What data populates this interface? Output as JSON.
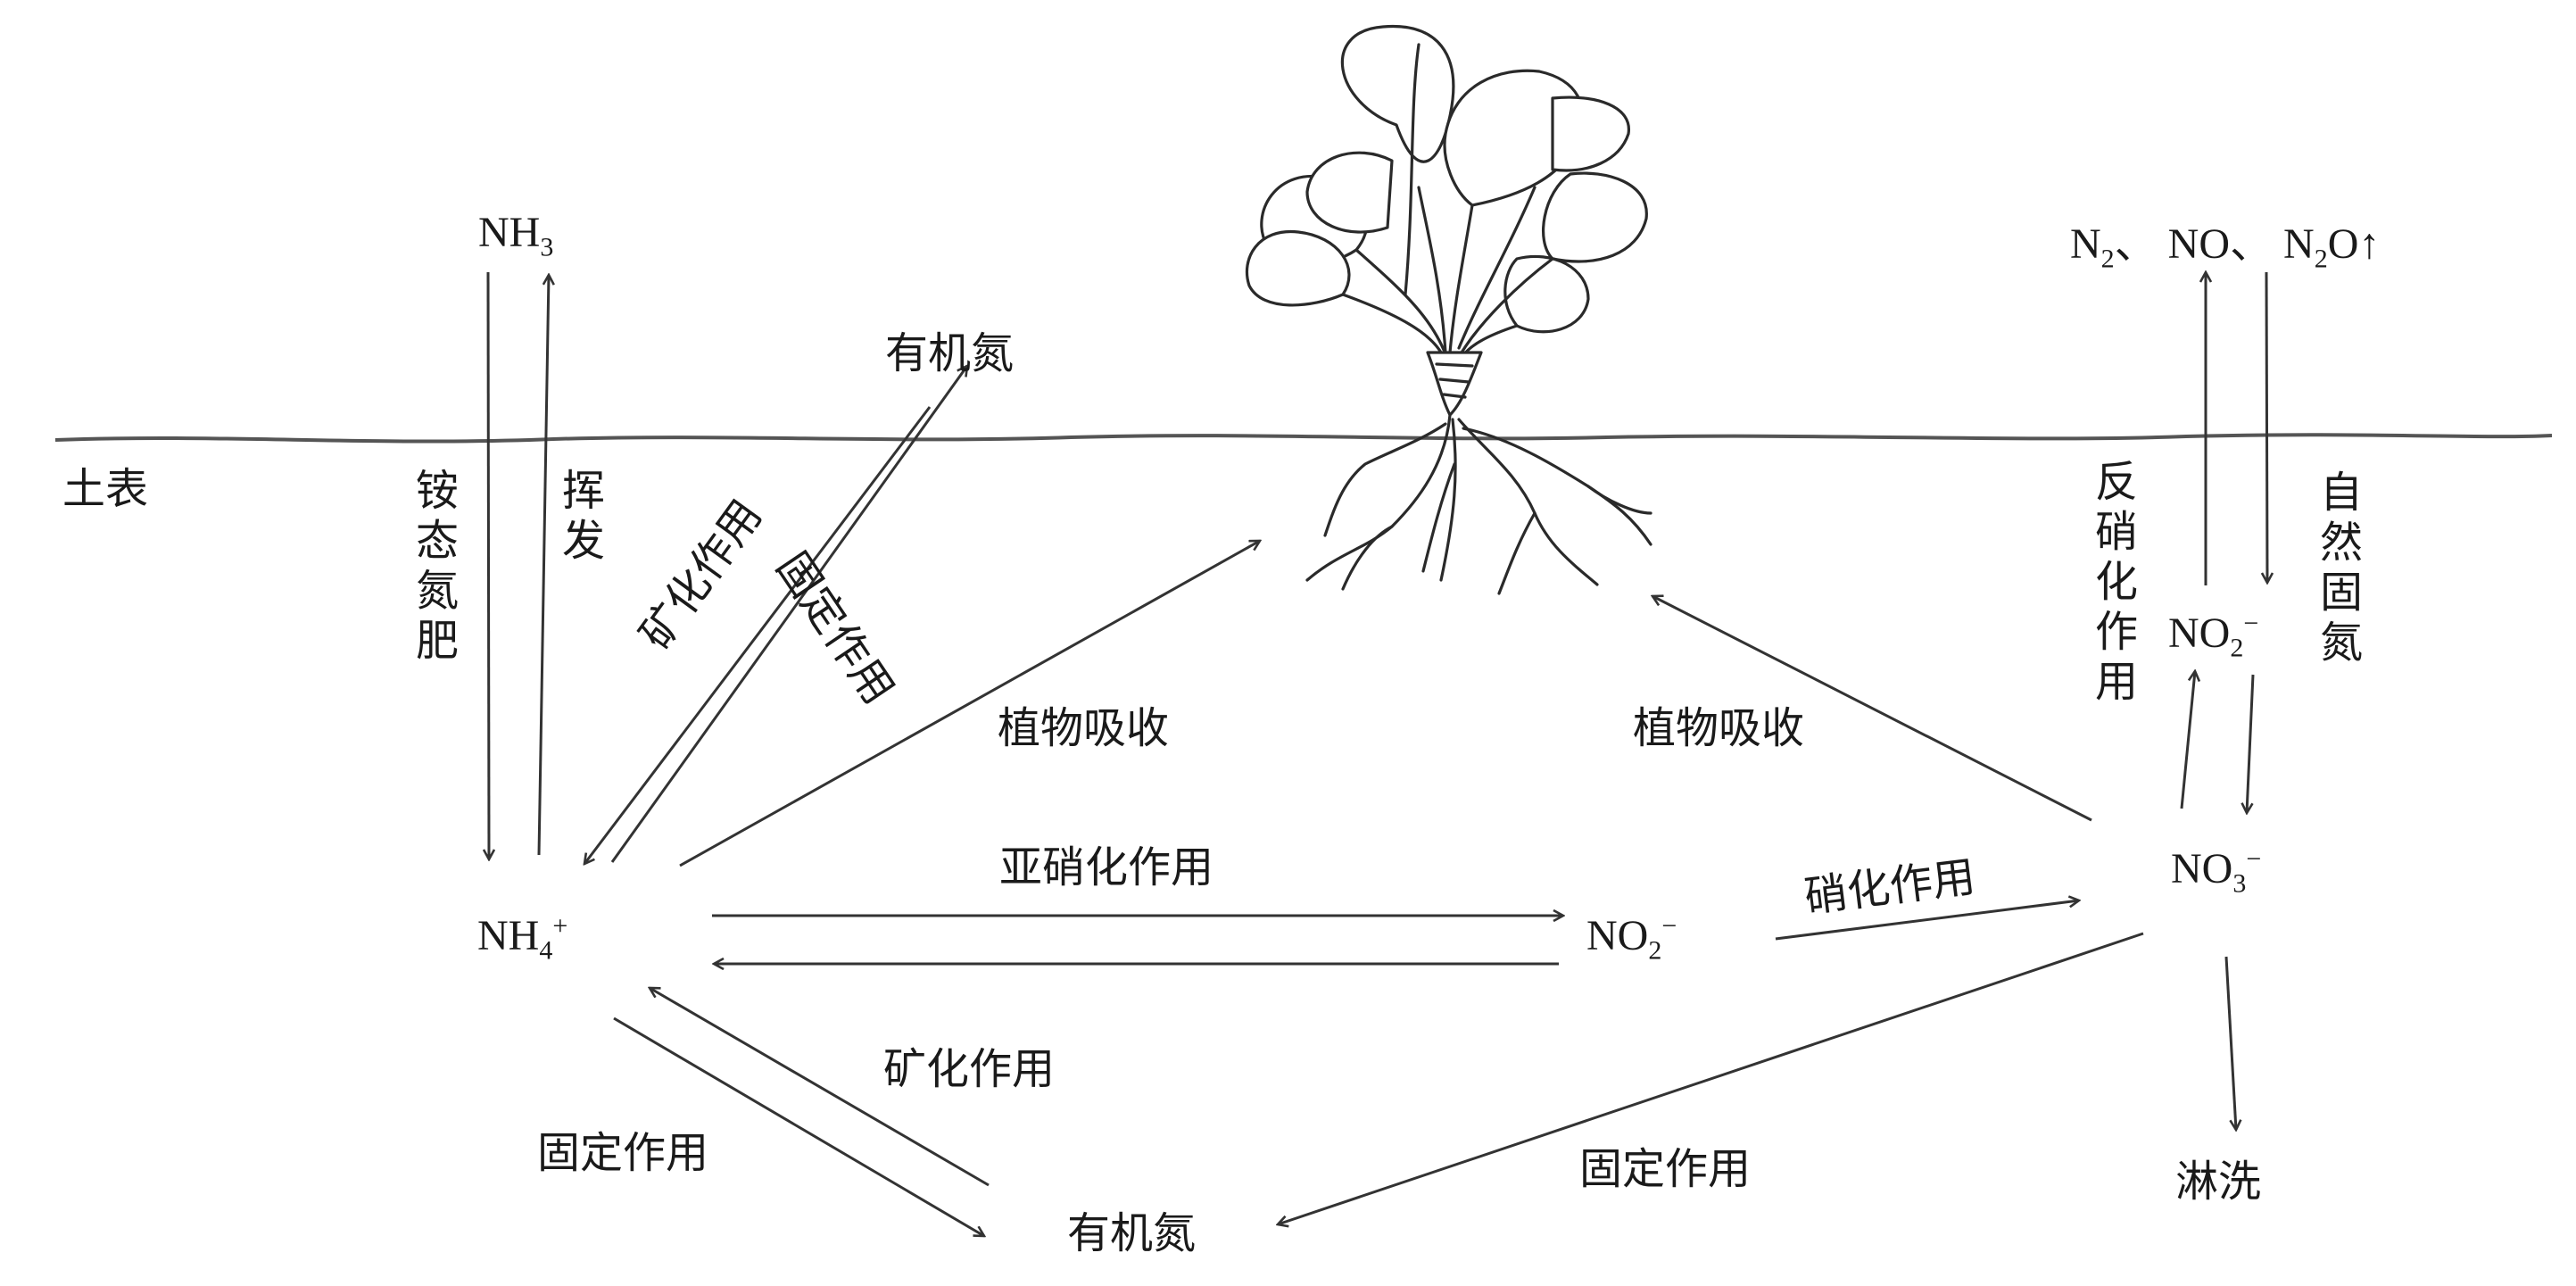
{
  "colors": {
    "ink": "#333333",
    "text": "#1a1a1a",
    "soil_line": "#555555"
  },
  "labels": {
    "soil_surface": "土表",
    "nh3": {
      "base": "NH",
      "sub": "3"
    },
    "nh4": {
      "base": "NH",
      "sub": "4",
      "sup": "+"
    },
    "no2_center": {
      "base": "NO",
      "sub": "2",
      "sup": "−"
    },
    "no2_right": {
      "base": "NO",
      "sub": "2",
      "sup": "−"
    },
    "no3": {
      "base": "NO",
      "sub": "3",
      "sup": "−"
    },
    "gases": {
      "n2": "N",
      "n2_sub": "2",
      "sep1": "、 NO、 ",
      "n2o": "N",
      "n2o_sub": "2",
      "n2o_rest": "O↑"
    },
    "organic_n_top": "有机氮",
    "organic_n_bottom": "有机氮",
    "ammonium_fertilizer": "铵态氮肥",
    "volatilization": "挥发",
    "mineralization_upper": "矿化作用",
    "immobilization_upper": "固定作用",
    "plant_uptake_left": "植物吸收",
    "plant_uptake_right": "植物吸收",
    "nitritation": "亚硝化作用",
    "nitrification": "硝化作用",
    "mineralization_lower": "矿化作用",
    "immobilization_left": "固定作用",
    "immobilization_right": "固定作用",
    "denitrification": "反硝化作用",
    "natural_fixation": "自然固氮",
    "leaching": "淋洗"
  }
}
